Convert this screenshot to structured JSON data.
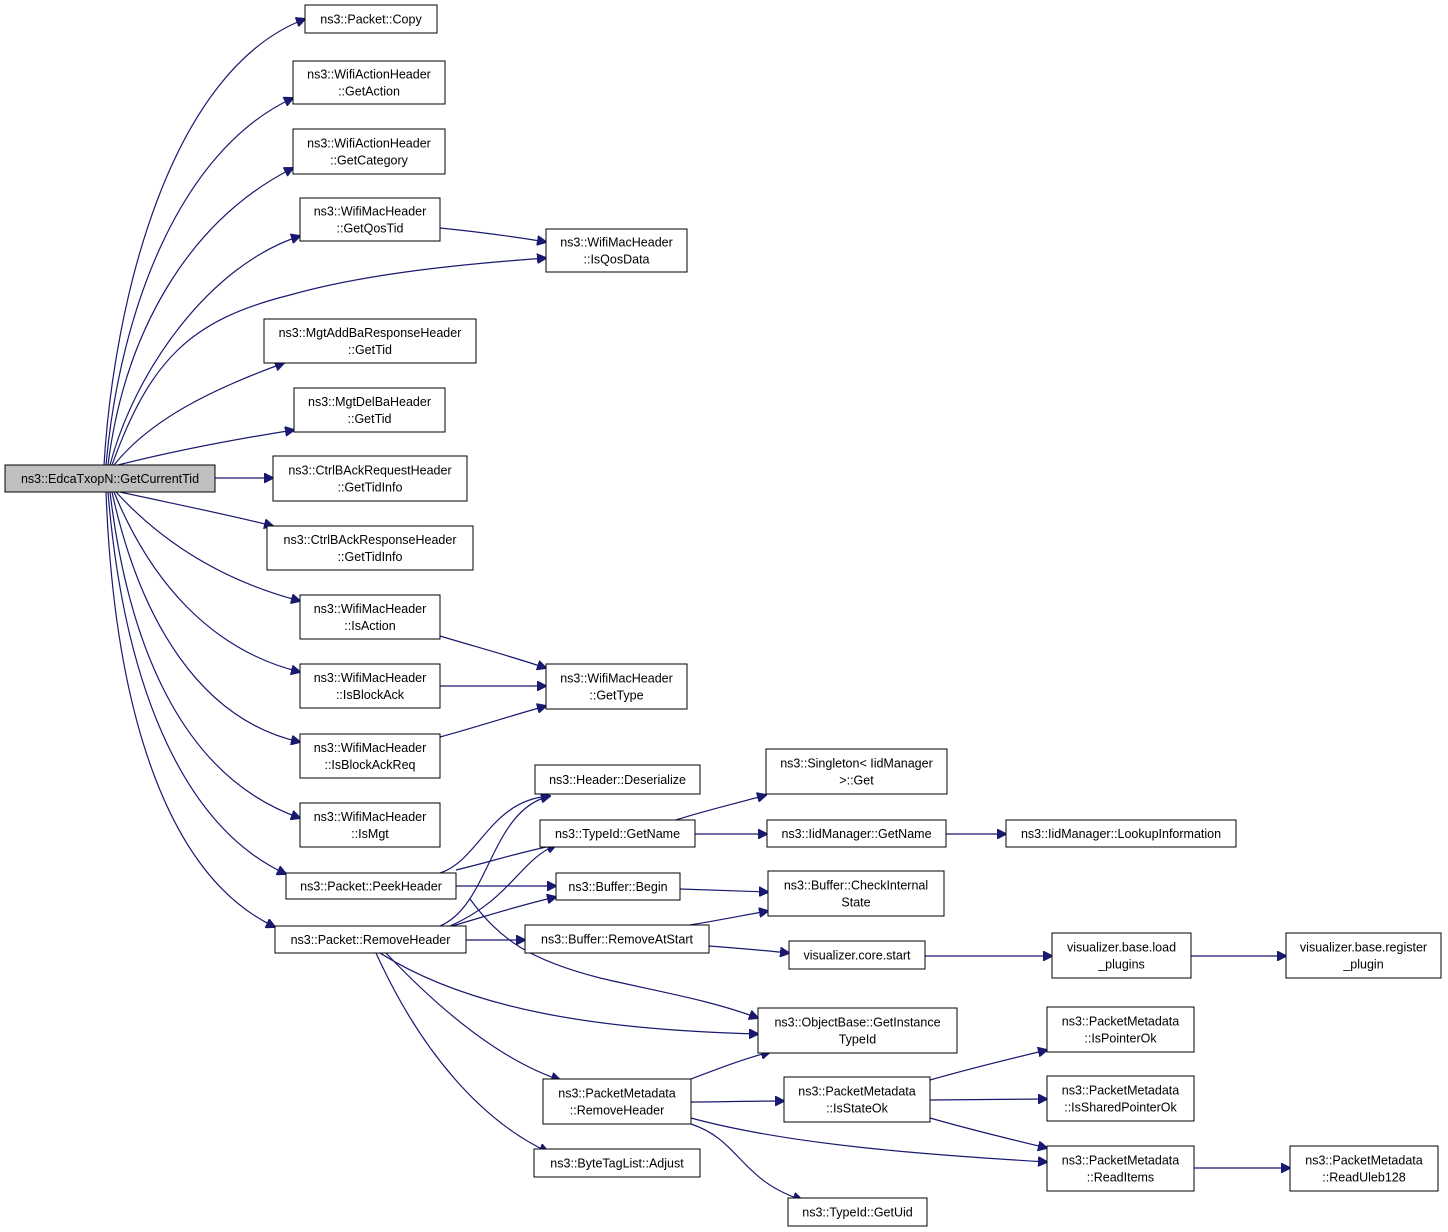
{
  "diagram": {
    "title": "",
    "colors": {
      "edge": "#191970",
      "root_fill": "#bfbfbf",
      "node_fill": "#ffffff",
      "border": "#000000"
    },
    "nodes": [
      {
        "id": "root",
        "lines": [
          "ns3::EdcaTxopN::GetCurrentTid"
        ],
        "root": true
      },
      {
        "id": "copy",
        "lines": [
          "ns3::Packet::Copy"
        ]
      },
      {
        "id": "getaction",
        "lines": [
          "ns3::WifiActionHeader",
          "::GetAction"
        ]
      },
      {
        "id": "getcategory",
        "lines": [
          "ns3::WifiActionHeader",
          "::GetCategory"
        ]
      },
      {
        "id": "getqostid",
        "lines": [
          "ns3::WifiMacHeader",
          "::GetQosTid"
        ]
      },
      {
        "id": "isqosdata",
        "lines": [
          "ns3::WifiMacHeader",
          "::IsQosData"
        ]
      },
      {
        "id": "mgtaddba",
        "lines": [
          "ns3::MgtAddBaResponseHeader",
          "::GetTid"
        ]
      },
      {
        "id": "mgtdelba",
        "lines": [
          "ns3::MgtDelBaHeader",
          "::GetTid"
        ]
      },
      {
        "id": "ctrlreq",
        "lines": [
          "ns3::CtrlBAckRequestHeader",
          "::GetTidInfo"
        ]
      },
      {
        "id": "ctrlresp",
        "lines": [
          "ns3::CtrlBAckResponseHeader",
          "::GetTidInfo"
        ]
      },
      {
        "id": "isaction",
        "lines": [
          "ns3::WifiMacHeader",
          "::IsAction"
        ]
      },
      {
        "id": "isblockack",
        "lines": [
          "ns3::WifiMacHeader",
          "::IsBlockAck"
        ]
      },
      {
        "id": "gettype",
        "lines": [
          "ns3::WifiMacHeader",
          "::GetType"
        ]
      },
      {
        "id": "isblockackreq",
        "lines": [
          "ns3::WifiMacHeader",
          "::IsBlockAckReq"
        ]
      },
      {
        "id": "ismgt",
        "lines": [
          "ns3::WifiMacHeader",
          "::IsMgt"
        ]
      },
      {
        "id": "peekheader",
        "lines": [
          "ns3::Packet::PeekHeader"
        ]
      },
      {
        "id": "removeheader",
        "lines": [
          "ns3::Packet::RemoveHeader"
        ]
      },
      {
        "id": "deserialize",
        "lines": [
          "ns3::Header::Deserialize"
        ]
      },
      {
        "id": "typeidgetname",
        "lines": [
          "ns3::TypeId::GetName"
        ]
      },
      {
        "id": "bufferbegin",
        "lines": [
          "ns3::Buffer::Begin"
        ]
      },
      {
        "id": "removeatstart",
        "lines": [
          "ns3::Buffer::RemoveAtStart"
        ]
      },
      {
        "id": "singletonget",
        "lines": [
          "ns3::Singleton< IidManager",
          ">::Get"
        ]
      },
      {
        "id": "iidgetname",
        "lines": [
          "ns3::IidManager::GetName"
        ]
      },
      {
        "id": "lookupinfo",
        "lines": [
          "ns3::IidManager::LookupInformation"
        ]
      },
      {
        "id": "checkinternal",
        "lines": [
          "ns3::Buffer::CheckInternal",
          "State"
        ]
      },
      {
        "id": "vizstart",
        "lines": [
          "visualizer.core.start"
        ]
      },
      {
        "id": "vizload",
        "lines": [
          "visualizer.base.load",
          "_plugins"
        ]
      },
      {
        "id": "vizregister",
        "lines": [
          "visualizer.base.register",
          "_plugin"
        ]
      },
      {
        "id": "getinstancetypeid",
        "lines": [
          "ns3::ObjectBase::GetInstance",
          "TypeId"
        ]
      },
      {
        "id": "pmremoveheader",
        "lines": [
          "ns3::PacketMetadata",
          "::RemoveHeader"
        ]
      },
      {
        "id": "isstateok",
        "lines": [
          "ns3::PacketMetadata",
          "::IsStateOk"
        ]
      },
      {
        "id": "ispointerok",
        "lines": [
          "ns3::PacketMetadata",
          "::IsPointerOk"
        ]
      },
      {
        "id": "issharedpointerok",
        "lines": [
          "ns3::PacketMetadata",
          "::IsSharedPointerOk"
        ]
      },
      {
        "id": "readitems",
        "lines": [
          "ns3::PacketMetadata",
          "::ReadItems"
        ]
      },
      {
        "id": "readuleb128",
        "lines": [
          "ns3::PacketMetadata",
          "::ReadUleb128"
        ]
      },
      {
        "id": "bytetaglistadjust",
        "lines": [
          "ns3::ByteTagList::Adjust"
        ]
      },
      {
        "id": "typeidgetuid",
        "lines": [
          "ns3::TypeId::GetUid"
        ]
      }
    ],
    "edges": [
      [
        "root",
        "copy"
      ],
      [
        "root",
        "getaction"
      ],
      [
        "root",
        "getcategory"
      ],
      [
        "root",
        "getqostid"
      ],
      [
        "root",
        "isqosdata"
      ],
      [
        "root",
        "mgtaddba"
      ],
      [
        "root",
        "mgtdelba"
      ],
      [
        "root",
        "ctrlreq"
      ],
      [
        "root",
        "ctrlresp"
      ],
      [
        "root",
        "isaction"
      ],
      [
        "root",
        "isblockack"
      ],
      [
        "root",
        "isblockackreq"
      ],
      [
        "root",
        "ismgt"
      ],
      [
        "root",
        "peekheader"
      ],
      [
        "root",
        "removeheader"
      ],
      [
        "getqostid",
        "isqosdata"
      ],
      [
        "isaction",
        "gettype"
      ],
      [
        "isblockack",
        "gettype"
      ],
      [
        "isblockackreq",
        "gettype"
      ],
      [
        "peekheader",
        "deserialize"
      ],
      [
        "peekheader",
        "typeidgetname"
      ],
      [
        "peekheader",
        "bufferbegin"
      ],
      [
        "removeheader",
        "deserialize"
      ],
      [
        "removeheader",
        "typeidgetname"
      ],
      [
        "removeheader",
        "bufferbegin"
      ],
      [
        "removeheader",
        "removeatstart"
      ],
      [
        "removeheader",
        "getinstancetypeid"
      ],
      [
        "removeheader",
        "pmremoveheader"
      ],
      [
        "removeheader",
        "bytetaglistadjust"
      ],
      [
        "typeidgetname",
        "singletonget"
      ],
      [
        "typeidgetname",
        "iidgetname"
      ],
      [
        "iidgetname",
        "lookupinfo"
      ],
      [
        "bufferbegin",
        "checkinternal"
      ],
      [
        "removeatstart",
        "checkinternal"
      ],
      [
        "removeatstart",
        "vizstart"
      ],
      [
        "vizstart",
        "vizload"
      ],
      [
        "vizload",
        "vizregister"
      ],
      [
        "peekheader",
        "getinstancetypeid"
      ],
      [
        "pmremoveheader",
        "getinstancetypeid"
      ],
      [
        "pmremoveheader",
        "isstateok"
      ],
      [
        "pmremoveheader",
        "readitems"
      ],
      [
        "pmremoveheader",
        "typeidgetuid"
      ],
      [
        "isstateok",
        "ispointerok"
      ],
      [
        "isstateok",
        "issharedpointerok"
      ],
      [
        "isstateok",
        "readitems"
      ],
      [
        "readitems",
        "readuleb128"
      ]
    ]
  }
}
